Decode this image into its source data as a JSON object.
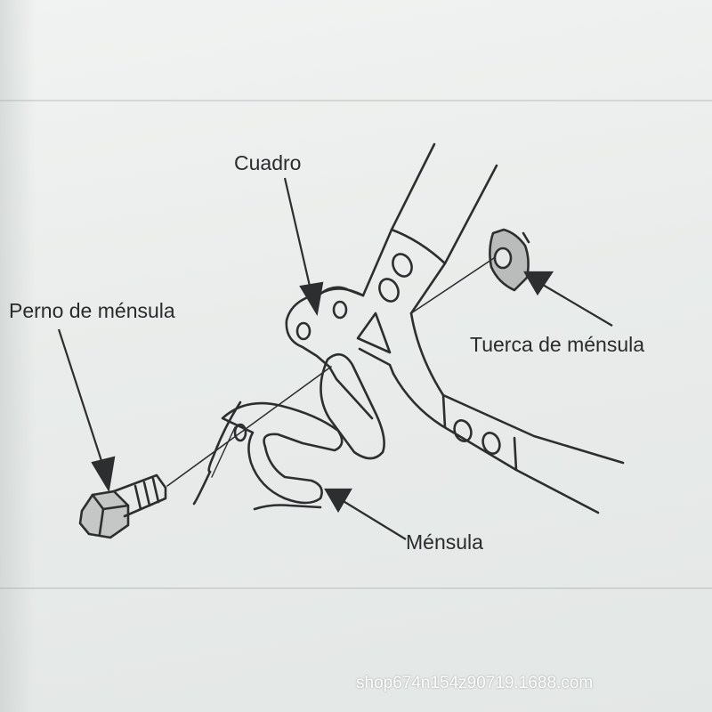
{
  "labels": {
    "cuadro": "Cuadro",
    "perno": "Perno de ménsula",
    "tuerca": "Tuerca de ménsula",
    "mensula": "Ménsula"
  },
  "watermark": "shop674n154z90719.1688.com"
}
